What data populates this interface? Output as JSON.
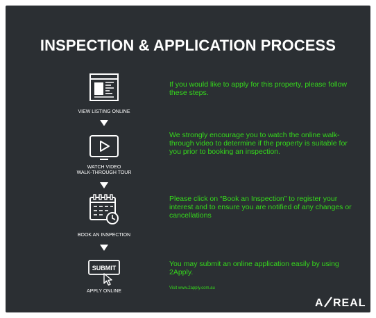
{
  "title": "INSPECTION & APPLICATION PROCESS",
  "steps": [
    {
      "label": "VIEW LISTING ONLINE",
      "icon": "listing-document-icon",
      "text": "If you would like to apply for this property, please follow these steps."
    },
    {
      "label_line1": "WATCH VIDEO",
      "label_line2": "WALK-THROUGH TOUR",
      "icon": "video-play-icon",
      "text": "We strongly encourage you to watch the online walk-through video to determine if the property is suitable for you prior to booking an inspection."
    },
    {
      "label": "BOOK AN INSPECTION",
      "icon": "calendar-clock-icon",
      "text": "Please click on “Book an Inspection” to register your interest and to ensure you are notified of any changes or cancellations"
    },
    {
      "label": "APPLY ONLINE",
      "icon": "submit-button-icon",
      "button_text": "SUBMIT",
      "text": "You may submit an online application easily by using 2Apply.",
      "note": "Visit www.2apply.com.au"
    }
  ],
  "logo": {
    "left": "A",
    "right": "REAL"
  },
  "colors": {
    "background": "#2b2f33",
    "heading": "#ffffff",
    "text": "#35d81c",
    "page": "#ffffff"
  }
}
